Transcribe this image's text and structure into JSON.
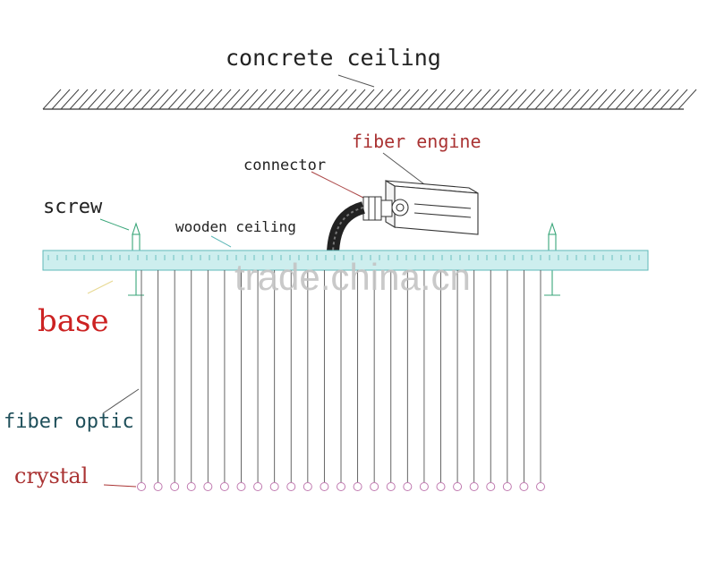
{
  "labels": {
    "concrete_ceiling": "concrete ceiling",
    "fiber_engine": "fiber engine",
    "connector": "connector",
    "screw": "screw",
    "wooden_ceiling": "wooden ceiling",
    "base": "base",
    "fiber_optic": "fiber optic",
    "crystal": "crystal"
  },
  "watermark": "trade.china.cn",
  "colors": {
    "line": "#333333",
    "base_label": "#cc2222",
    "red_label": "#aa3333",
    "crystal_label": "#aa3333",
    "teal_label": "#1f4f5a",
    "wood_fill": "#a8e3e3",
    "wood_stroke": "#5fb8b8",
    "screw": "#3aa67a",
    "crystal_ring": "#c07ab0",
    "watermark": "#b8b8b8"
  },
  "icons": {
    "fiber_engine": "fiber-engine-box",
    "screw": "screw-icon",
    "crystal": "crystal-ring-icon"
  }
}
